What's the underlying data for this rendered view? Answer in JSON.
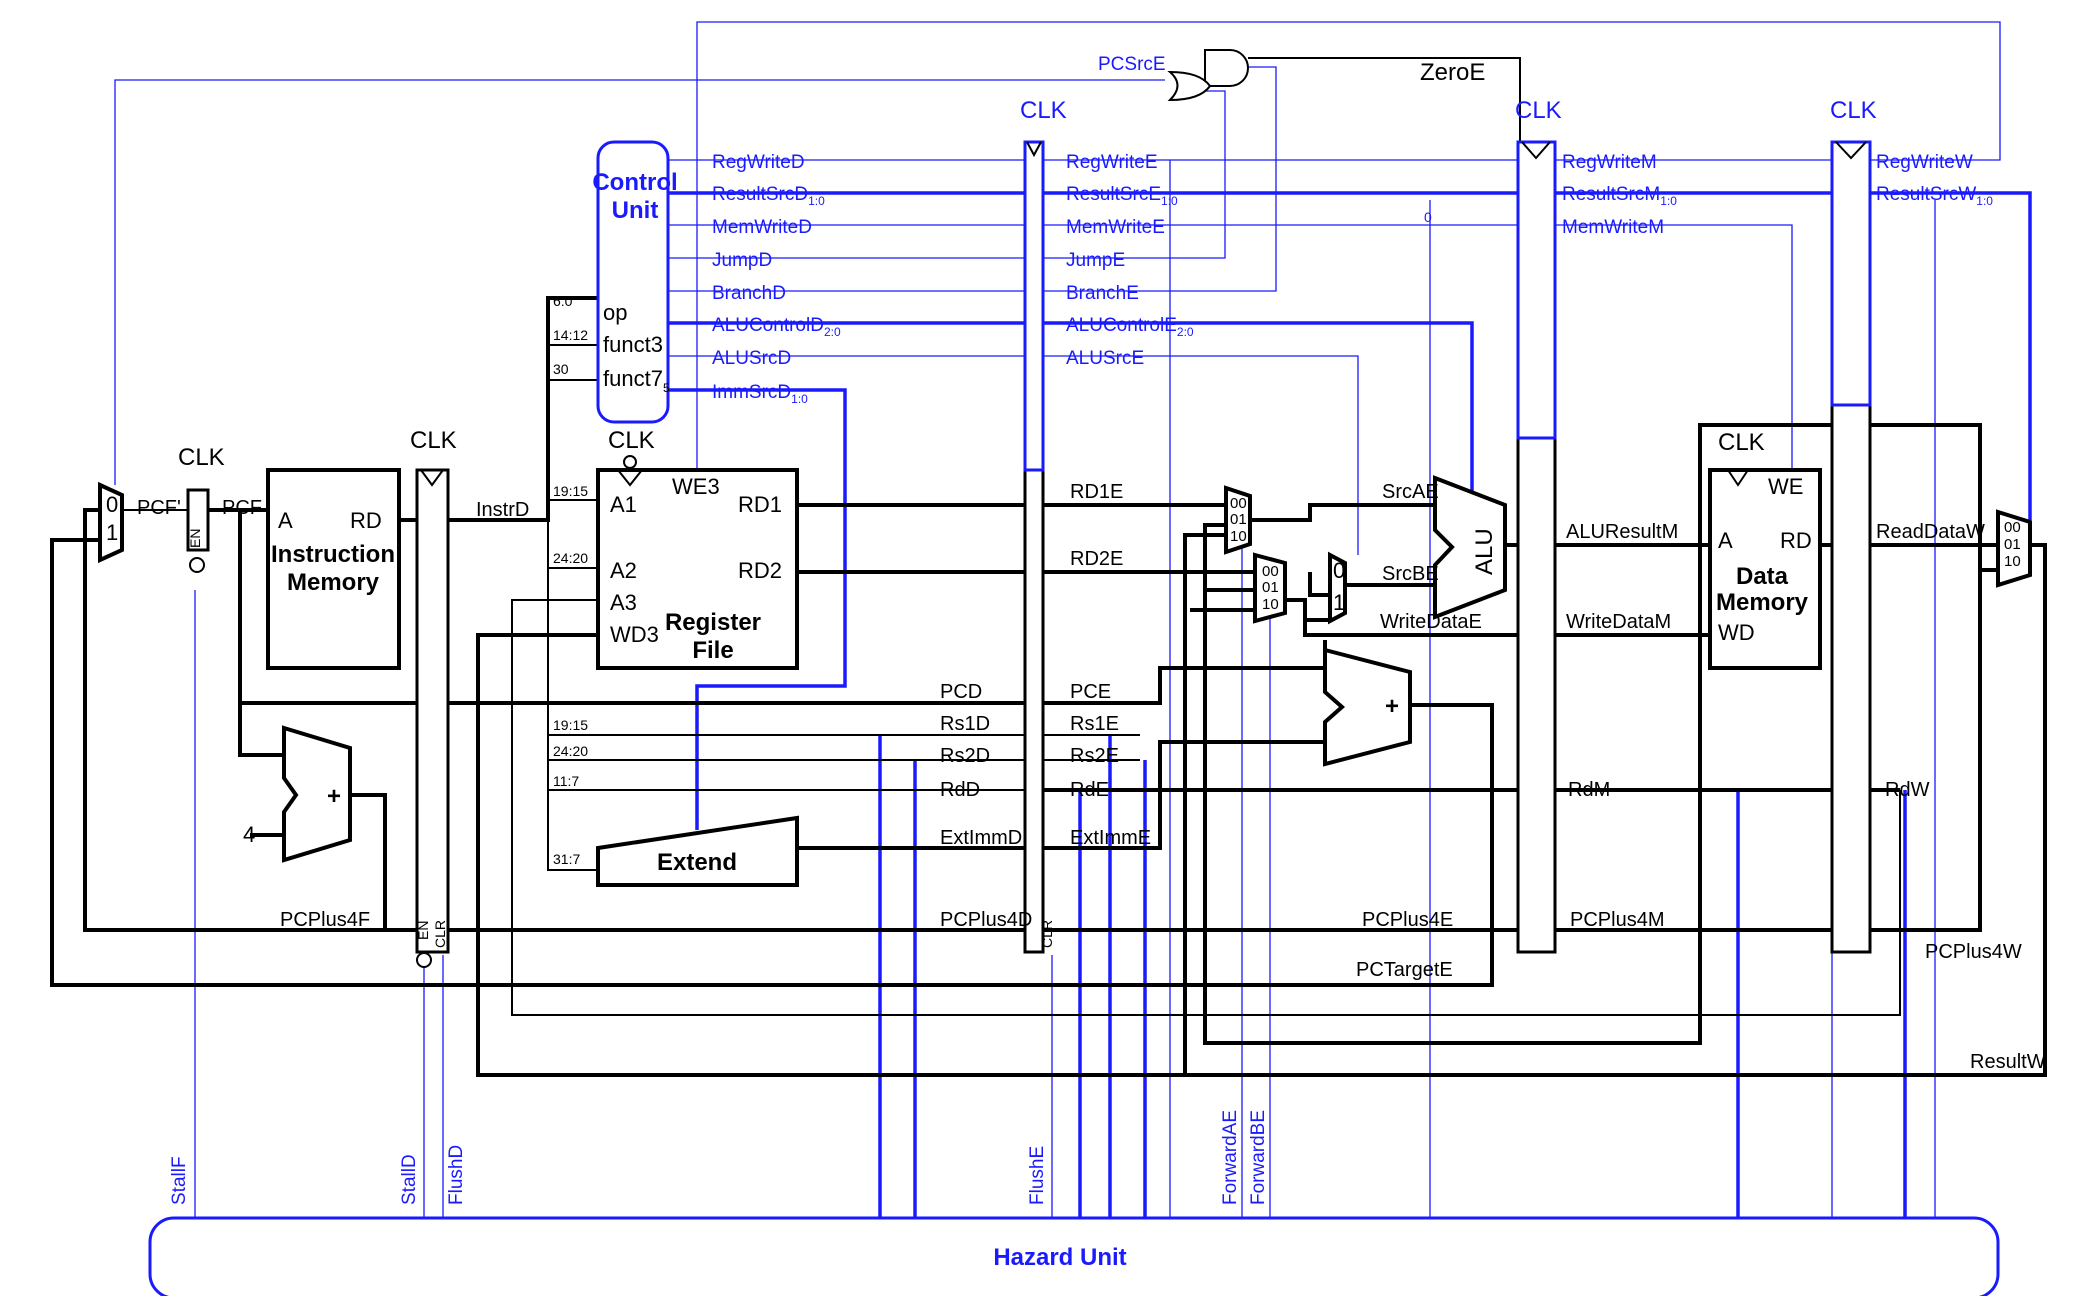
{
  "diagram": {
    "hazard_unit": "Hazard Unit",
    "control_unit": [
      "Control",
      "Unit"
    ],
    "control_inputs": [
      "op",
      "funct3",
      "funct7",
      "5"
    ],
    "control_signals_d": [
      "RegWriteD",
      "ResultSrcD",
      "MemWriteD",
      "JumpD",
      "BranchD",
      "ALUControlD",
      "ALUSrcD",
      "ImmSrcD"
    ],
    "control_signals_e": [
      "RegWriteE",
      "ResultSrcE",
      "MemWriteE",
      "JumpE",
      "BranchE",
      "ALUControlE",
      "ALUSrcE"
    ],
    "control_signals_m": [
      "RegWriteM",
      "ResultSrcM",
      "MemWriteM"
    ],
    "control_signals_w": [
      "RegWriteW",
      "ResultSrcW"
    ],
    "subscripts": {
      "result_src": "1:0",
      "alu_control": "2:0",
      "imm_src": "1:0"
    },
    "clk": "CLK",
    "pcsrce": "PCSrcE",
    "zeroe": "ZeroE",
    "zero_const": "0",
    "instr_fields": [
      "6:0",
      "14:12",
      "30",
      "19:15",
      "24:20",
      "19:15",
      "24:20",
      "11:7",
      "31:7"
    ],
    "instruction_memory": {
      "a": "A",
      "rd": "RD",
      "name1": "Instruction",
      "name2": "Memory"
    },
    "register_file": {
      "a1": "A1",
      "a2": "A2",
      "a3": "A3",
      "wd3": "WD3",
      "we3": "WE3",
      "rd1": "RD1",
      "rd2": "RD2",
      "name1": "Register",
      "name2": "File"
    },
    "data_memory": {
      "a": "A",
      "rd": "RD",
      "wd": "WD",
      "we": "WE",
      "name1": "Data",
      "name2": "Memory"
    },
    "alu": "ALU",
    "extend": "Extend",
    "adder_plus": "+",
    "const_four": "4",
    "mux_labels": {
      "bit0": "0",
      "bit1": "1",
      "sel00": "00",
      "sel01": "01",
      "sel10": "10"
    },
    "reg_pins": {
      "en": "EN",
      "clr": "CLR"
    },
    "signals": {
      "pcf_prime": "PCF'",
      "pcf": "PCF",
      "instrd": "InstrD",
      "pcplus4f": "PCPlus4F",
      "pcplus4d": "PCPlus4D",
      "pcplus4e": "PCPlus4E",
      "pcplus4m": "PCPlus4M",
      "pcplus4w": "PCPlus4W",
      "pcd": "PCD",
      "pce": "PCE",
      "rs1d": "Rs1D",
      "rs1e": "Rs1E",
      "rs2d": "Rs2D",
      "rs2e": "Rs2E",
      "rdd": "RdD",
      "rde": "RdE",
      "rdm": "RdM",
      "rdw": "RdW",
      "extimmd": "ExtImmD",
      "extimme": "ExtImmE",
      "rd1e": "RD1E",
      "rd2e": "RD2E",
      "srcae": "SrcAE",
      "srcbe": "SrcBE",
      "writedatae": "WriteDataE",
      "writedatam": "WriteDataM",
      "aluresultm": "ALUResultM",
      "readdataw": "ReadDataW",
      "resultw": "ResultW",
      "pctargete": "PCTargetE"
    },
    "hazard_signals": [
      "StallF",
      "StallD",
      "FlushD",
      "FlushE",
      "ForwardAE",
      "ForwardBE"
    ]
  }
}
